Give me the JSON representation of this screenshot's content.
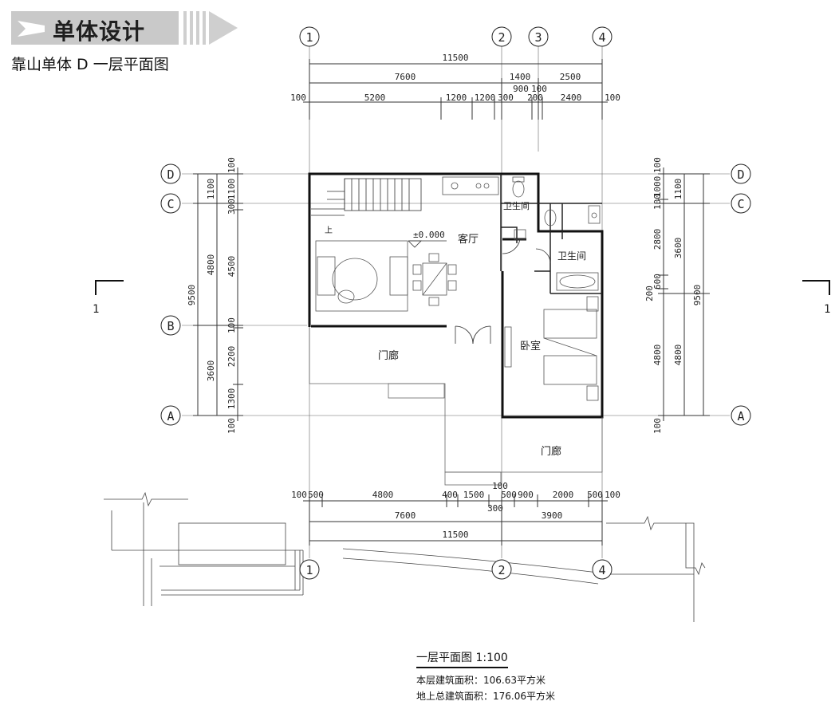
{
  "header": {
    "section_title": "单体设计",
    "subtitle": "靠山单体 D 一层平面图"
  },
  "grid_labels": {
    "col_1": "1",
    "col_2": "2",
    "col_3": "3",
    "col_4": "4",
    "row_A": "A",
    "row_B": "B",
    "row_C": "C",
    "row_D": "D"
  },
  "section_marks": {
    "left": "1",
    "right": "1"
  },
  "top_dims": {
    "overall": "11500",
    "row2": [
      "7600",
      "1400",
      "2500"
    ],
    "row3_small": [
      "900",
      "100"
    ],
    "row4": [
      "100",
      "5200",
      "1200",
      "1200",
      "300",
      "200",
      "2400",
      "100"
    ]
  },
  "bottom_dims": {
    "row1": [
      "100",
      "500",
      "4800",
      "400",
      "1500",
      "500",
      "900",
      "2000",
      "500",
      "100"
    ],
    "row1_extra": [
      "100",
      "300"
    ],
    "row2": [
      "7600",
      "3900"
    ],
    "overall": "11500"
  },
  "left_dims": {
    "overall": "9500",
    "row2": [
      "1100",
      "4800",
      "3600"
    ],
    "row3": [
      "100",
      "1100",
      "300",
      "4500",
      "100",
      "2200",
      "1300",
      "100"
    ]
  },
  "right_dims": {
    "overall": "9500",
    "row2": [
      "1100",
      "3600",
      "4800"
    ],
    "row3": [
      "100",
      "1000",
      "100",
      "2800",
      "600",
      "200",
      "4800",
      "100"
    ]
  },
  "rooms": {
    "living": "客厅",
    "bath_1": "卫生间",
    "bath_2": "卫生间",
    "bedroom": "卧室",
    "porch_1": "门廊",
    "porch_2": "门廊",
    "stair_up": "上",
    "level": "±0.000"
  },
  "footer": {
    "drawing_title": "一层平面图 1:100",
    "floor_area": "本层建筑面积：106.63平方米",
    "total_area": "地上总建筑面积：176.06平方米"
  }
}
